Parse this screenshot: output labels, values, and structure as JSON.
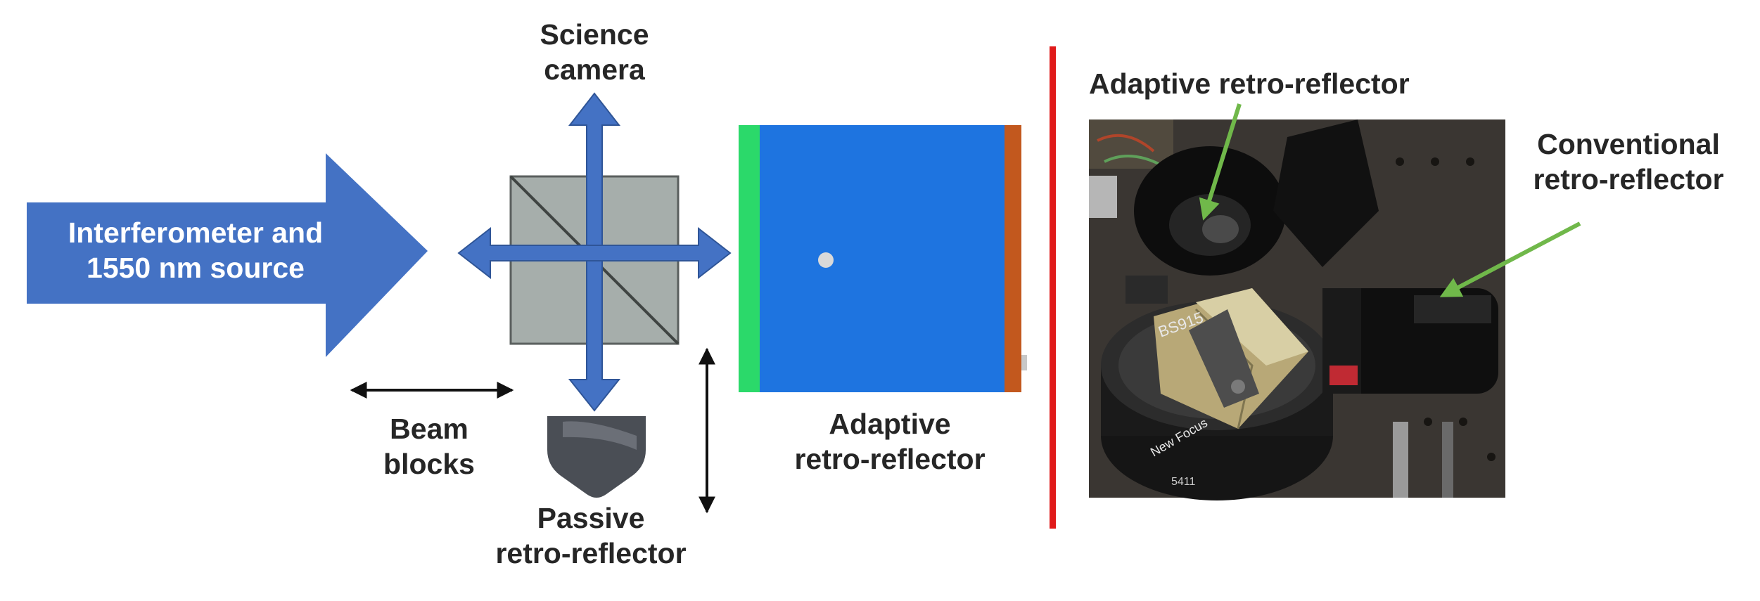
{
  "diagram": {
    "labels": {
      "source_line1": "Interferometer and",
      "source_line2": "1550 nm source",
      "science_line1": "Science",
      "science_line2": "camera",
      "beam_line1": "Beam",
      "beam_line2": "blocks",
      "passive_line1": "Passive",
      "passive_line2": "retro-reflector",
      "adaptive_line1": "Adaptive",
      "adaptive_line2": "retro-reflector",
      "photo_adaptive": "Adaptive retro-reflector",
      "photo_conventional_line1": "Conventional",
      "photo_conventional_line2": "retro-reflector"
    },
    "photo_prints": {
      "mount_text": "BS915",
      "brand_text": "New Focus",
      "serial_text": "5411"
    },
    "colors": {
      "beam_blue": "#4472c4",
      "source_arrow": "#4472c4",
      "cube_fill": "#a6aeab",
      "cube_edge": "#5a5f5e",
      "passive_reflector": "#4a4e55",
      "device_body": "#1e74e0",
      "device_front_strip": "#2bd96a",
      "device_back_strip": "#c2581e",
      "divider_red": "#e01a1a",
      "annotation_green": "#70b84a"
    }
  }
}
